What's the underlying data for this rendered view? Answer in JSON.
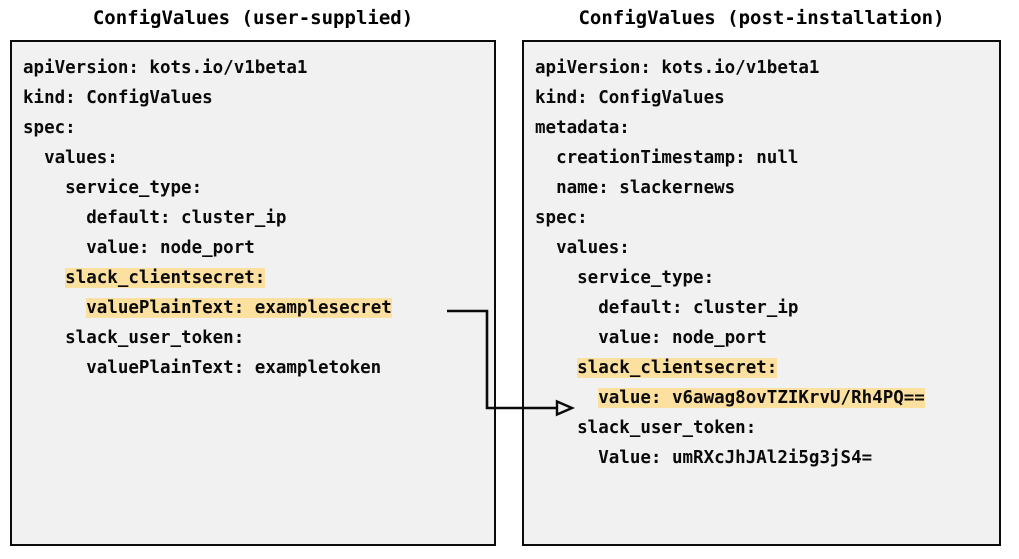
{
  "diagram": {
    "type": "flow-annotation",
    "description": "Two YAML ConfigValues documents side by side with an arrow showing a plaintext secret being encrypted during installation",
    "background_color": "#ffffff",
    "highlight_color": "#fce0a0",
    "box_fill_color": "#f1f1f1",
    "box_border_color": "#0b0b0b",
    "text_color": "#0a0a0a"
  },
  "panels": [
    {
      "id": "user-supplied",
      "title": "ConfigValues (user-supplied)",
      "lines": [
        {
          "text": "apiVersion: kots.io/v1beta1",
          "highlight": false
        },
        {
          "text": "kind: ConfigValues",
          "highlight": false
        },
        {
          "text": "spec:",
          "highlight": false
        },
        {
          "text": "  values:",
          "highlight": false
        },
        {
          "text": "    service_type:",
          "highlight": false
        },
        {
          "text": "      default: cluster_ip",
          "highlight": false
        },
        {
          "text": "      value: node_port",
          "highlight": false
        },
        {
          "text": "    slack_clientsecret:",
          "highlight": true,
          "highlight_start": 4
        },
        {
          "text": "      valuePlainText: examplesecret",
          "highlight": true,
          "highlight_start": 6
        },
        {
          "text": "    slack_user_token:",
          "highlight": false
        },
        {
          "text": "      valuePlainText: exampletoken",
          "highlight": false
        }
      ]
    },
    {
      "id": "post-installation",
      "title": "ConfigValues (post-installation)",
      "lines": [
        {
          "text": "apiVersion: kots.io/v1beta1",
          "highlight": false
        },
        {
          "text": "kind: ConfigValues",
          "highlight": false
        },
        {
          "text": "metadata:",
          "highlight": false
        },
        {
          "text": "  creationTimestamp: null",
          "highlight": false
        },
        {
          "text": "  name: slackernews",
          "highlight": false
        },
        {
          "text": "spec:",
          "highlight": false
        },
        {
          "text": "  values:",
          "highlight": false
        },
        {
          "text": "    service_type:",
          "highlight": false
        },
        {
          "text": "      default: cluster_ip",
          "highlight": false
        },
        {
          "text": "      value: node_port",
          "highlight": false
        },
        {
          "text": "    slack_clientsecret:",
          "highlight": true,
          "highlight_start": 4
        },
        {
          "text": "      value: v6awag8ovTZIKrvU/Rh4PQ==",
          "highlight": true,
          "highlight_start": 6
        },
        {
          "text": "    slack_user_token:",
          "highlight": false
        },
        {
          "text": "      Value: umRXcJhJAl2i5g3jS4=",
          "highlight": false
        }
      ]
    }
  ],
  "connector": {
    "label": "encrypted-secret-arrow",
    "from": "user-supplied.valuePlainText: examplesecret",
    "to": "post-installation.value: v6awag8ovTZIKrvU/Rh4PQ==",
    "arrowhead": "open-triangle",
    "color": "#0a0a0a"
  }
}
